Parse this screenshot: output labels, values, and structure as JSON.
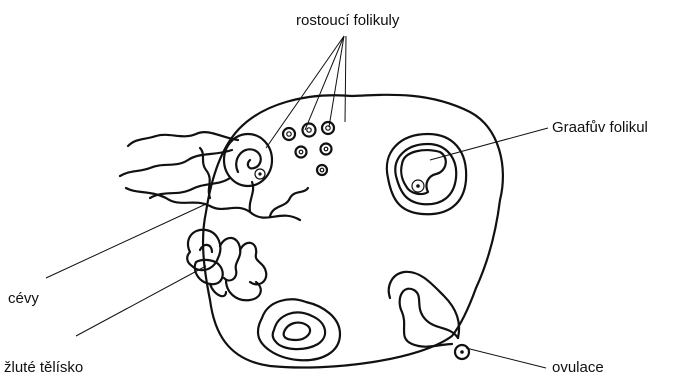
{
  "labels": {
    "growing_follicles": "rostoucí folikuly",
    "graafian_follicle": "Graafův folikul",
    "vessels": "cévy",
    "corpus_luteum": "žluté tělísko",
    "ovulation": "ovulace"
  },
  "colors": {
    "ink": "#111111",
    "background": "#ffffff"
  }
}
